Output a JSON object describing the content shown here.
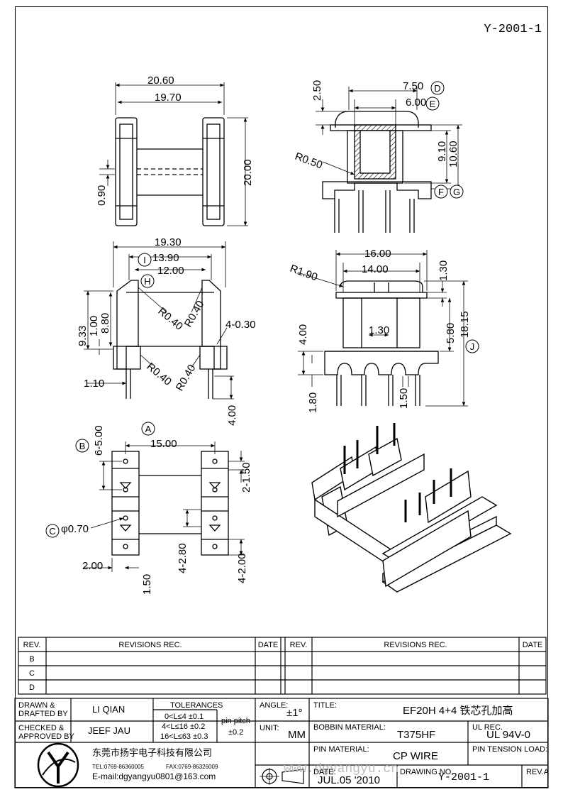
{
  "doc_number": "Y-2001-1",
  "dimensions": {
    "front_view": [
      "20.60",
      "19.70",
      "20.00",
      "0.90"
    ],
    "side_view": [
      "2.50",
      "7.50",
      "6.00",
      "9.10",
      "10.60",
      "R0.50"
    ],
    "section_view": [
      "19.30",
      "13.90",
      "12.00",
      "9.33",
      "8.80",
      "1.00",
      "R0.40",
      "R0.40",
      "R0.40",
      "R0.40",
      "4-0.30",
      "1.10",
      "4.00"
    ],
    "end_view": [
      "16.00",
      "14.00",
      "1.30",
      "R1.90",
      "18.15",
      "5.80",
      "4.00",
      "1.30",
      "1.80",
      "1.50"
    ],
    "bottom_view": [
      "15.00",
      "6-5.00",
      "2-1.50",
      "φ0.70",
      "4-2.80",
      "2.00",
      "1.50",
      "4-2.00"
    ]
  },
  "callouts": [
    "A",
    "B",
    "C",
    "D",
    "E",
    "F",
    "G",
    "H",
    "I",
    "J"
  ],
  "revision_table": {
    "headers": [
      "REV.",
      "REVISIONS    REC.",
      "DATE",
      "REV.",
      "REVISIONS    REC.",
      "DATE"
    ],
    "rows": [
      "B",
      "C",
      "D"
    ]
  },
  "title_block": {
    "drawn_label": "DRAWN &\nDRAFTED BY",
    "drawn_by": "LI QIAN",
    "checked_label": "CHECKED &\nAPPROVED BY",
    "checked_by": "JEEF JAU",
    "tolerances_label": "TOLERANCES",
    "tol_rows": [
      "0<L≤4    ±0.1",
      "4<L≤16  ±0.2",
      "16<L≤63  ±0.3"
    ],
    "pin_pitch_label": "pin pitch",
    "pin_pitch_value": "±0.2",
    "angle_label": "ANGLE:",
    "angle_value": "±1°",
    "unit_label": "UNIT:",
    "unit_value": "MM",
    "title_label": "TITLE:",
    "title_value": "EF20H  4+4 铁芯孔加高",
    "bobbin_label": "BOBBIN MATERIAL:",
    "bobbin_value": "T375HF",
    "ul_label": "UL REC.",
    "ul_value": "UL 94V-0",
    "pin_material_label": "PIN MATERIAL:",
    "pin_material_value": "CP WIRE",
    "pin_tension_label": "PIN TENSION LOAD:",
    "date_label": "DATE:",
    "date_value": "JUL.05 '2010",
    "drawing_no_label": "DRAWING NO.",
    "drawing_no_value": "Y-2001-1",
    "rev_label": "REV.A",
    "company_name": "东莞市扬宇电子科技有限公司",
    "company_tel": "TEL:0769-86360005",
    "company_fax": "FAX:0769-86326009",
    "company_email": "E-mail:dgyangyu0801@163.com",
    "watermark": "www.dgyangyu.cn"
  }
}
